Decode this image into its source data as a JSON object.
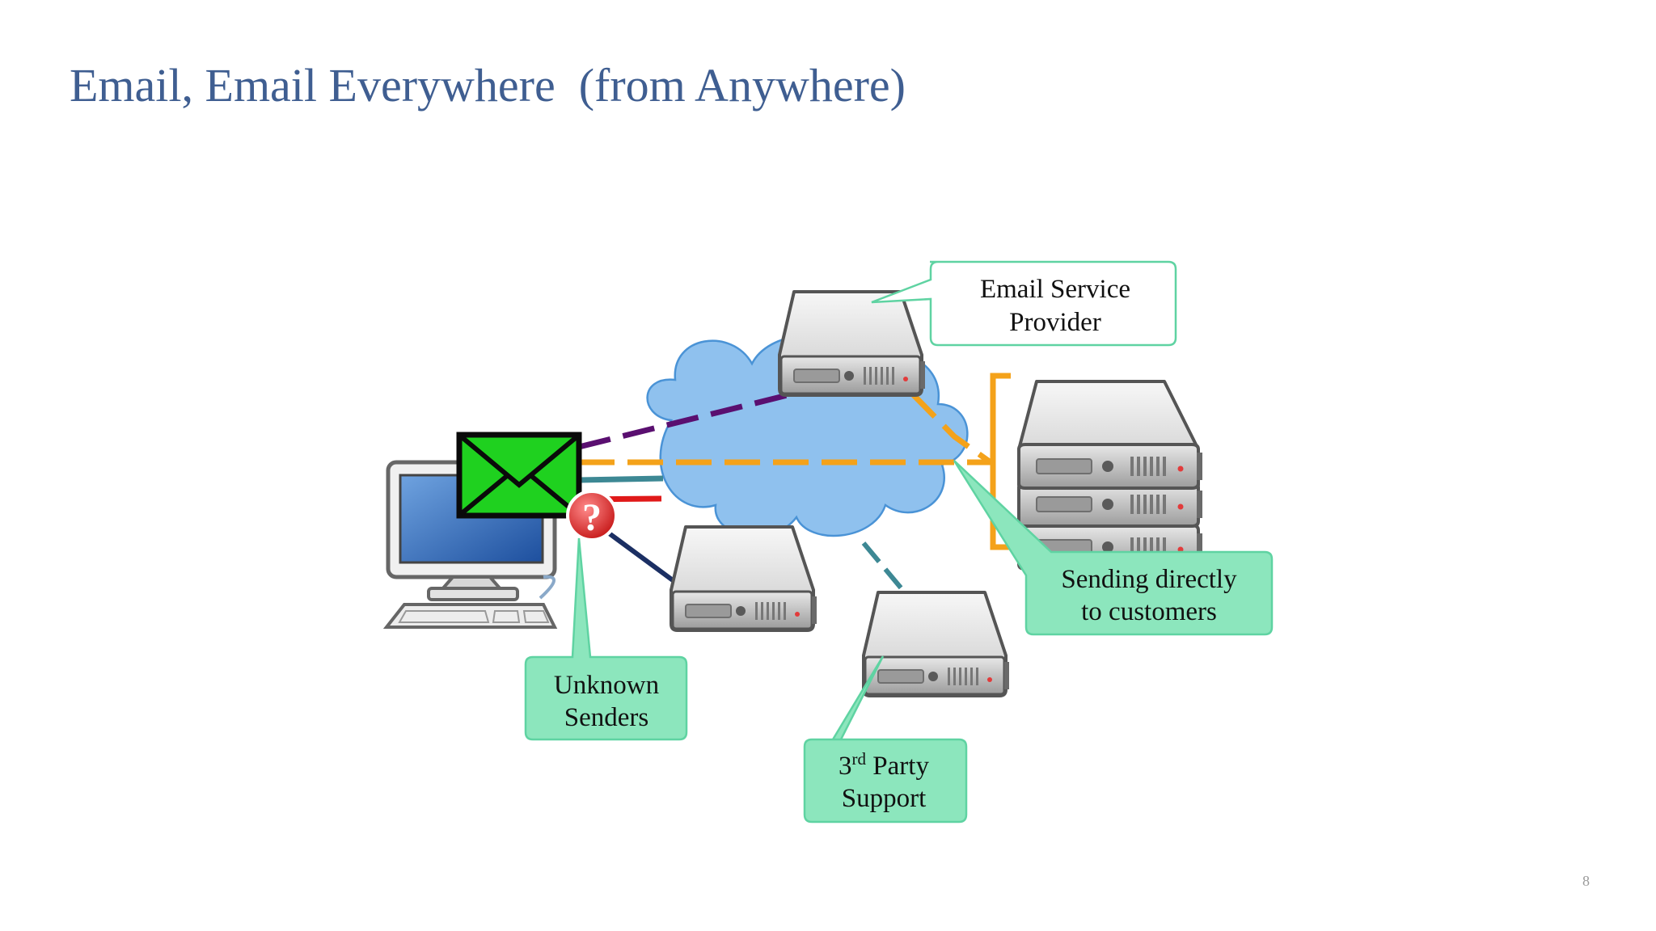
{
  "slide": {
    "title": "Email, Email Everywhere  (from Anywhere)",
    "page_number": "8"
  },
  "callouts": {
    "esp": {
      "line1": "Email Service",
      "line2": "Provider"
    },
    "direct": {
      "line1": "Sending directly",
      "line2": "to  customers"
    },
    "unknown": {
      "line1": "Unknown",
      "line2": "Senders"
    },
    "third_party": {
      "prefix": "3",
      "superscript": "rd",
      "suffix": " Party",
      "line2": "Support"
    }
  },
  "colors": {
    "title": "#3f5e91",
    "callout_fill": "#8ce6bd",
    "callout_border": "#5fd3a2",
    "cloud_fill": "#8fc1ee",
    "envelope_fill": "#1fd11f",
    "line_purple": "#5a0f70",
    "line_orange": "#f4a21a",
    "line_teal": "#3d8894",
    "line_red": "#e01919",
    "line_navy": "#1b2f63",
    "question_badge": "#e43030"
  },
  "icons": [
    "computer-icon",
    "envelope-icon",
    "question-icon",
    "server-icon",
    "cloud-icon"
  ]
}
